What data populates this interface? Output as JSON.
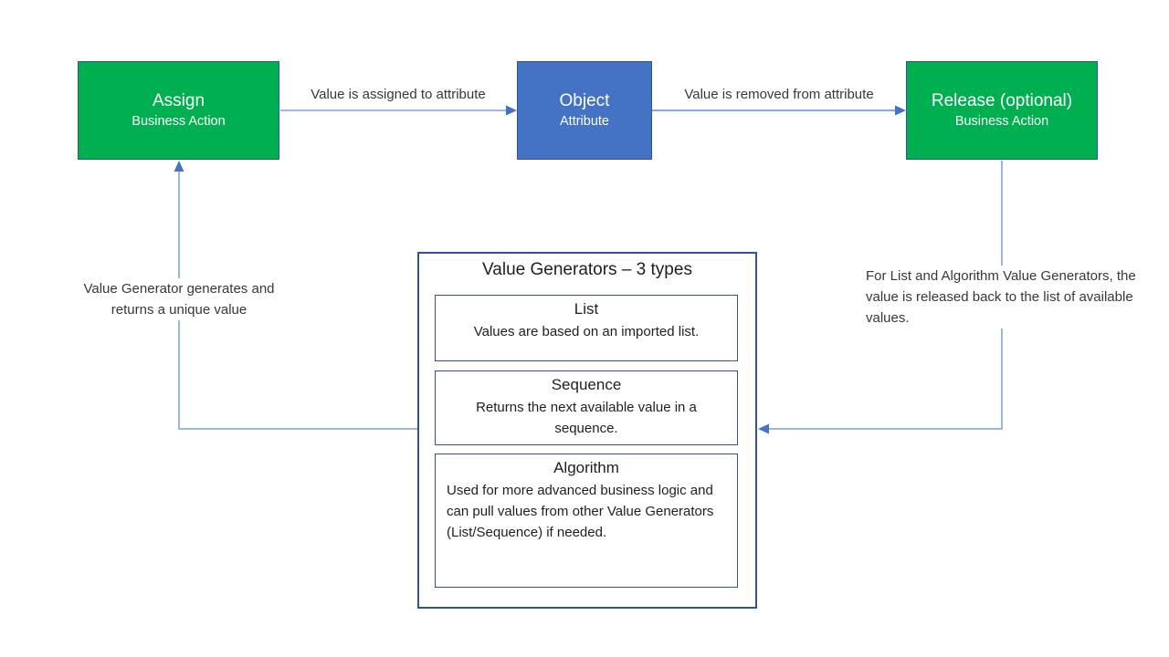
{
  "colors": {
    "node_green": "#00B050",
    "node_blue": "#4472C4",
    "box_border": "#2F5496",
    "connector_light": "#9DB7E3",
    "connector_dark": "#4472C4",
    "text": "#383838"
  },
  "nodes": {
    "assign": {
      "title": "Assign",
      "subtitle": "Business Action"
    },
    "object": {
      "title": "Object",
      "subtitle": "Attribute"
    },
    "release": {
      "title": "Release (optional)",
      "subtitle": "Business Action"
    }
  },
  "edges": {
    "assign_to_object": "Value is assigned to attribute",
    "object_to_release": "Value is removed from attribute"
  },
  "notes": {
    "left": "Value Generator generates and returns a unique value",
    "right": "For List and Algorithm Value Generators, the value is released back to the list of available values."
  },
  "generators": {
    "title": "Value Generators – 3 types",
    "items": [
      {
        "name": "List",
        "description": "Values are based on an imported list."
      },
      {
        "name": "Sequence",
        "description": "Returns the next available value in a sequence."
      },
      {
        "name": "Algorithm",
        "description": "Used for more advanced business logic and can pull values from other Value Generators (List/Sequence) if needed."
      }
    ]
  }
}
